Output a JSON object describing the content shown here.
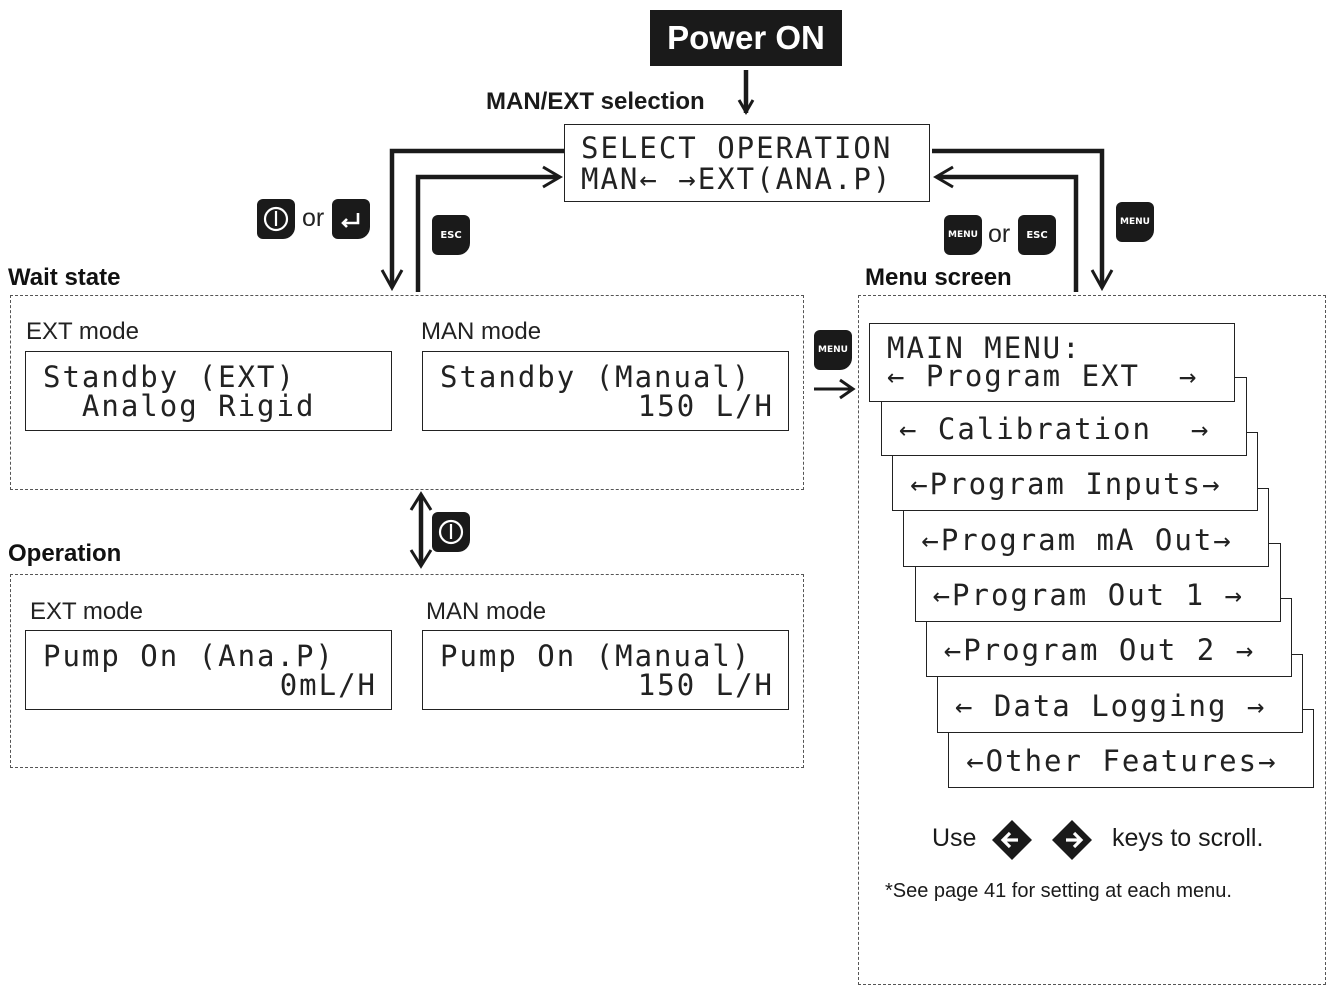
{
  "power": {
    "label": "Power ON"
  },
  "selection_label": "MAN/EXT selection",
  "select_screen": {
    "line1": "SELECT OPERATION",
    "line2": "MAN← →EXT(ANA.P)"
  },
  "keys": {
    "power_or": "or",
    "menu_or": "or",
    "esc": "ESC",
    "menu": "MENU"
  },
  "wait_state": {
    "title": "Wait state",
    "ext_mode": "EXT mode",
    "man_mode": "MAN mode",
    "ext_lcd": {
      "line1": "Standby (EXT)",
      "line2": "  Analog Rigid"
    },
    "man_lcd": {
      "line1": "Standby (Manual)",
      "line2": "150 L/H"
    }
  },
  "operation": {
    "title": "Operation",
    "ext_mode": "EXT mode",
    "man_mode": "MAN mode",
    "ext_lcd": {
      "line1": "Pump On (Ana.P)",
      "line2": "0mL/H"
    },
    "man_lcd": {
      "line1": "Pump On (Manual)",
      "line2": "150 L/H"
    }
  },
  "menu_screen": {
    "title": "Menu screen",
    "main": {
      "line1": "MAIN MENU:",
      "line2": "← Program EXT  →"
    },
    "items": [
      "← Calibration  →",
      "←Program Inputs→",
      "←Program mA Out→",
      "←Program Out 1 →",
      "←Program Out 2 →",
      "← Data Logging →",
      "←Other Features→"
    ],
    "scroll_use": "Use",
    "scroll_tail": "keys to scroll.",
    "footnote": "*See page 41 for setting at each menu."
  }
}
